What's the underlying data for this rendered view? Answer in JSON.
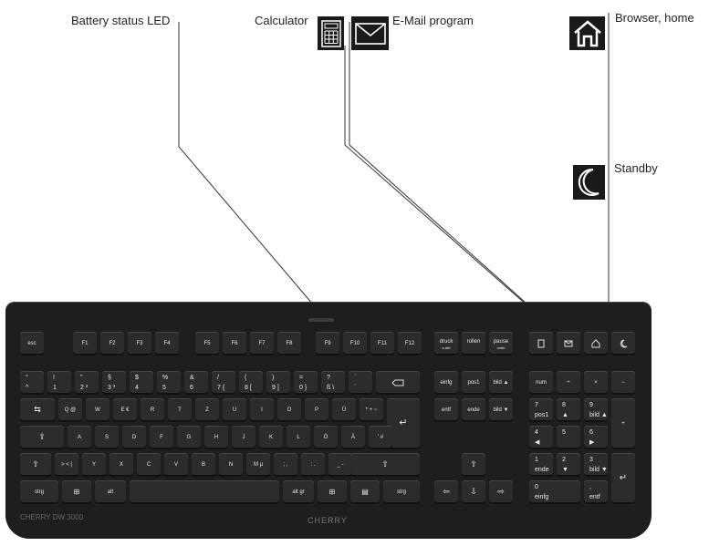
{
  "callouts": {
    "battery": "Battery status LED",
    "calculator": "Calculator",
    "email": "E-Mail program",
    "browser": "Browser, home",
    "standby": "Standby"
  },
  "icons": {
    "calculator": "calculator-icon",
    "email": "envelope-icon",
    "browser": "home-icon",
    "standby": "moon-icon"
  },
  "keyboard": {
    "model": "CHERRY DW 3000",
    "logo": "CHERRY",
    "esc": "esc",
    "f_keys": [
      "F1",
      "F2",
      "F3",
      "F4",
      "F5",
      "F6",
      "F7",
      "F8",
      "F9",
      "F10",
      "F11",
      "F12"
    ],
    "sys_keys": [
      [
        "druck",
        "s-abf"
      ],
      [
        "rollen",
        ""
      ],
      [
        "pause",
        "untbr"
      ]
    ],
    "num_row": [
      [
        "°",
        "^"
      ],
      [
        "!",
        "1"
      ],
      [
        "\"",
        "2 ²"
      ],
      [
        "§",
        "3 ³"
      ],
      [
        "$",
        "4"
      ],
      [
        "%",
        "5"
      ],
      [
        "&",
        "6"
      ],
      [
        "/",
        "7 {"
      ],
      [
        "(",
        "8 ["
      ],
      [
        ")",
        "9 ]"
      ],
      [
        "=",
        "0 }"
      ],
      [
        "?",
        "ß \\"
      ],
      [
        "`",
        "´"
      ]
    ],
    "q_row": [
      "Q @",
      "W",
      "E €",
      "R",
      "T",
      "Z",
      "U",
      "I",
      "O",
      "P",
      "Ü",
      "* + ~"
    ],
    "a_row": [
      "A",
      "S",
      "D",
      "F",
      "G",
      "H",
      "J",
      "K",
      "L",
      "Ö",
      "Ä",
      "' #"
    ],
    "y_row": [
      "> < |",
      "Y",
      "X",
      "C",
      "V",
      "B",
      "N",
      "M µ",
      ";  ,",
      ":  .",
      "_  -"
    ],
    "bottom": {
      "strg": "strg",
      "alt": "alt",
      "altgr": "alt gr",
      "strg_r": "strg"
    },
    "nav": [
      [
        "einfg",
        "pos1",
        "bild ▲"
      ],
      [
        "entf",
        "ende",
        "bild ▼"
      ]
    ],
    "numpad": {
      "num": "num",
      "div": "÷",
      "mul": "×",
      "minus": "−",
      "plus": "+",
      "r7": [
        "7",
        "pos1"
      ],
      "r8": [
        "8",
        "▲"
      ],
      "r9": [
        "9",
        "bild ▲"
      ],
      "r4": [
        "4",
        "◀"
      ],
      "r5": [
        "5",
        ""
      ],
      "r6": [
        "6",
        "▶"
      ],
      "r1": [
        "1",
        "ende"
      ],
      "r2": [
        "2",
        "▼"
      ],
      "r3": [
        "3",
        "bild ▼"
      ],
      "r0": [
        "0",
        "einfg"
      ],
      "rdot": [
        ",",
        "entf"
      ]
    }
  }
}
